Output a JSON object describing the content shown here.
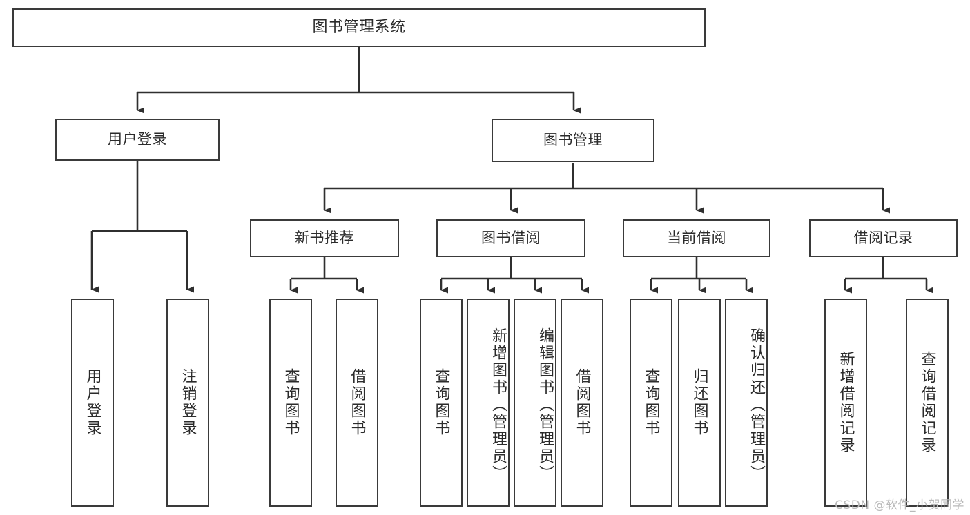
{
  "diagram": {
    "title": "图书管理系统",
    "type": "tree-hierarchy-diagram",
    "root": {
      "label": "图书管理系统"
    },
    "level1": [
      {
        "label": "用户登录"
      },
      {
        "label": "图书管理"
      }
    ],
    "level2": [
      {
        "label": "新书推荐"
      },
      {
        "label": "图书借阅"
      },
      {
        "label": "当前借阅"
      },
      {
        "label": "借阅记录"
      }
    ],
    "leaves": {
      "user_login": [
        {
          "label": "用户登录"
        },
        {
          "label": "注销登录"
        }
      ],
      "new_book_recommend": [
        {
          "label": "查询图书"
        },
        {
          "label": "借阅图书"
        }
      ],
      "book_borrow": [
        {
          "label": "查询图书"
        },
        {
          "label": "新增图书（管理员）"
        },
        {
          "label": "编辑图书（管理员）"
        },
        {
          "label": "借阅图书"
        }
      ],
      "current_borrow": [
        {
          "label": "查询图书"
        },
        {
          "label": "归还图书"
        },
        {
          "label": "确认归还（管理员）"
        }
      ],
      "borrow_record": [
        {
          "label": "新增借阅记录"
        },
        {
          "label": "查询借阅记录"
        }
      ]
    }
  },
  "watermark": {
    "text": "CSDN @软件_小贺同学"
  },
  "colors": {
    "border": "#3a3a3a",
    "line": "#2f2f2f",
    "text": "#2b2b2b",
    "background": "#ffffff",
    "watermark": "#b9b9b9"
  }
}
